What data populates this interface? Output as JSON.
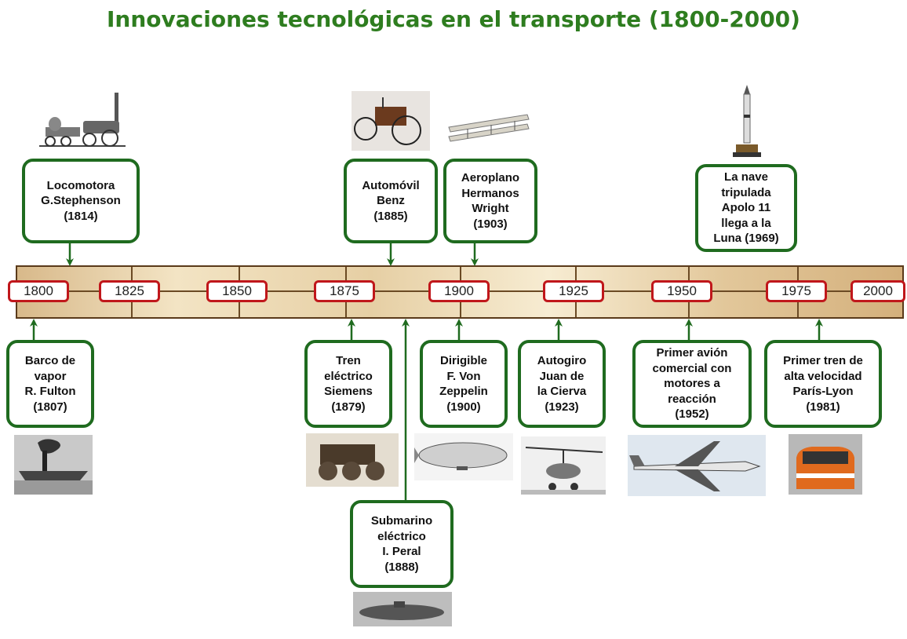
{
  "title": "Innovaciones tecnológicas en el transporte (1800-2000)",
  "years": [
    "1800",
    "1825",
    "1850",
    "1875",
    "1900",
    "1925",
    "1950",
    "1975",
    "2000"
  ],
  "events_top": [
    {
      "text": "Locomotora\nG.Stephenson\n(1814)",
      "picture": "steam-locomotive"
    },
    {
      "text": "Automóvil\nBenz\n(1885)",
      "picture": "benz-car"
    },
    {
      "text": "Aeroplano\nHermanos\nWright\n(1903)",
      "picture": "wright-biplane"
    },
    {
      "text": "La nave\ntripulada\nApolo 11\nllega a la\nLuna (1969)",
      "picture": "rocket"
    }
  ],
  "events_bottom": [
    {
      "text": "Barco de\nvapor\nR. Fulton\n(1807)",
      "picture": "steamboat"
    },
    {
      "text": "Tren\neléctrico\nSiemens\n(1879)",
      "picture": "electric-locomotive"
    },
    {
      "text": "Submarino\neléctrico\nI. Peral\n(1888)",
      "picture": "submarine"
    },
    {
      "text": "Dirigible\nF. Von\nZeppelin\n(1900)",
      "picture": "zeppelin"
    },
    {
      "text": "Autogiro\nJuan de\nla Cierva\n(1923)",
      "picture": "autogiro"
    },
    {
      "text": "Primer avión\ncomercial con\nmotores a\nreacción\n(1952)",
      "picture": "jet-airliner"
    },
    {
      "text": "Primer tren de\nalta velocidad\nParís-Lyon\n(1981)",
      "picture": "high-speed-train"
    }
  ],
  "colors": {
    "title": "#2e7d1f",
    "card_border": "#1f6b1f",
    "year_border": "#c0171b",
    "arrow": "#1f6b1f"
  }
}
